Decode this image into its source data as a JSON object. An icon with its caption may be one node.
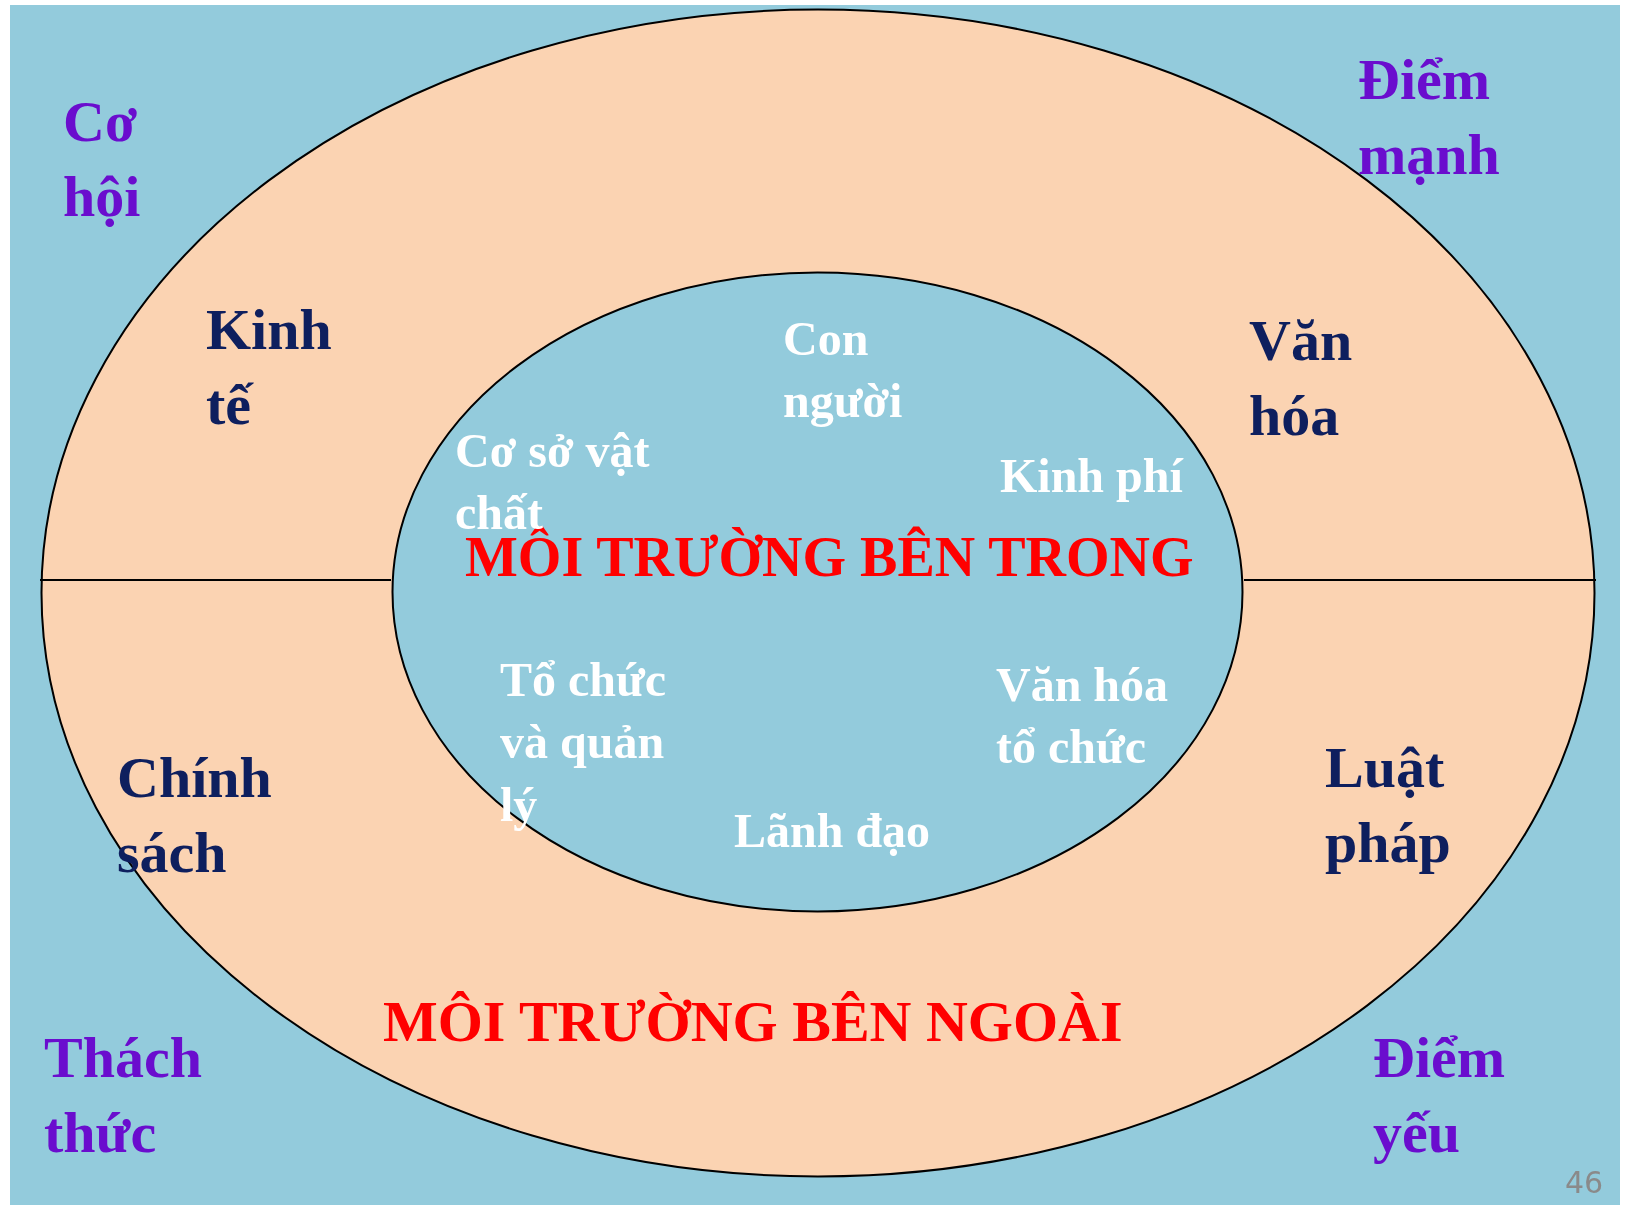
{
  "diagram": {
    "nodes": [
      {
        "text": [
          "MÔI TRƯỜNG BÊN NGOÀI"
        ]
      },
      {
        "text": [
          "MÔI TRƯỜNG BÊN TRONG"
        ],
        "in": 0
      }
    ],
    "labels": [
      "Cơ hội",
      "Điểm mạnh",
      "Kinh tế",
      "Con người",
      "Văn hóa",
      "Cơ sở vật chất",
      "Kinh phí",
      "Tổ chức và quản lý",
      "Văn hóa tổ chức",
      "Chính sách",
      "Luật pháp",
      "Lãnh đạo",
      "Thách thức",
      "Điểm yếu",
      "46"
    ]
  }
}
